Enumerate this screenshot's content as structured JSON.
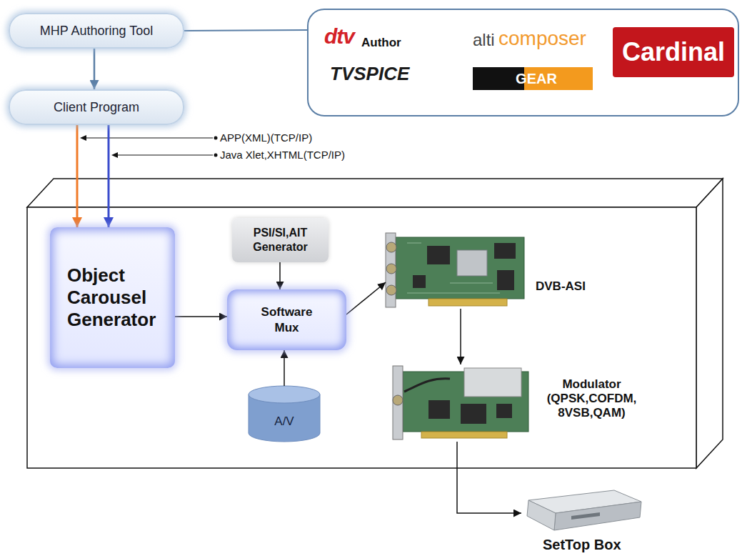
{
  "diagram": {
    "nodes": [
      {
        "text": [
          "MHP Authoring Tool"
        ]
      },
      {
        "text": [
          "dtv",
          "Author",
          "alti",
          "composer",
          "Cardinal",
          "TVSPICE",
          "GEAR"
        ]
      },
      {
        "text": [
          "Client Program"
        ]
      },
      {
        "text": [
          "Object Carousel Generator"
        ]
      },
      {
        "text": [
          "PSI/SI,AIT Generator"
        ]
      },
      {
        "text": [
          "Software Mux"
        ]
      },
      {
        "text": [
          "A/V"
        ]
      },
      {
        "text": [
          "DVB-ASI"
        ]
      },
      {
        "text": [
          "Modulator (QPSK,COFDM, 8VSB,QAM)"
        ]
      },
      {
        "text": [
          "SetTop Box"
        ]
      }
    ],
    "edges": [
      {
        "from": 0,
        "to": 1,
        "arrow": "none"
      },
      {
        "from": 0,
        "to": 2,
        "arrow": "to"
      },
      {
        "from": 2,
        "to": 3,
        "arrow": "to"
      },
      {
        "from": 2,
        "to": 3,
        "arrow": "to"
      },
      {
        "from": 3,
        "to": 5,
        "arrow": "to"
      },
      {
        "from": 4,
        "to": 5,
        "arrow": "to"
      },
      {
        "from": 6,
        "to": 5,
        "arrow": "to"
      },
      {
        "from": 5,
        "to": 7,
        "arrow": "to"
      },
      {
        "from": 7,
        "to": 8,
        "arrow": "to"
      },
      {
        "from": 8,
        "to": 9,
        "arrow": "to"
      }
    ],
    "labels": [
      "APP(XML)(TCP/IP)",
      "Java Xlet,XHTML(TCP/IP)"
    ]
  }
}
